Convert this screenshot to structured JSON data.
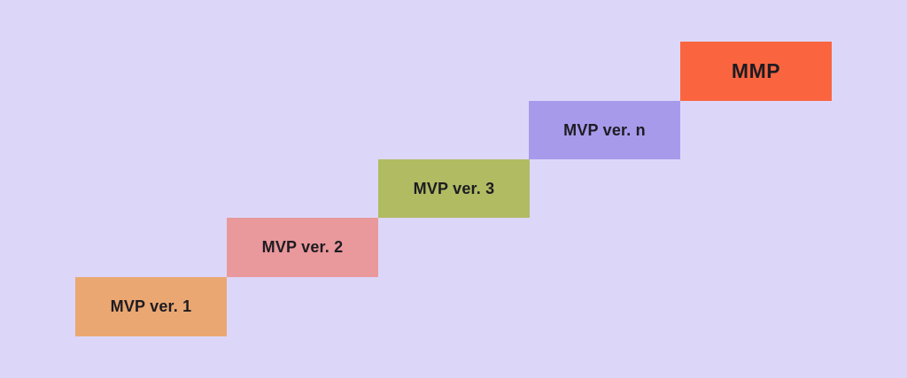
{
  "diagram": {
    "background_color": "#dcd7f9",
    "label_color": "#1d1c22",
    "steps": [
      {
        "label": "MVP ver. 1",
        "color": "#eba771"
      },
      {
        "label": "MVP ver. 2",
        "color": "#e9989b"
      },
      {
        "label": "MVP ver. 3",
        "color": "#b1bb62"
      },
      {
        "label": "MVP ver. n",
        "color": "#a89aea"
      },
      {
        "label": "MMP",
        "color": "#fa6540"
      }
    ]
  }
}
